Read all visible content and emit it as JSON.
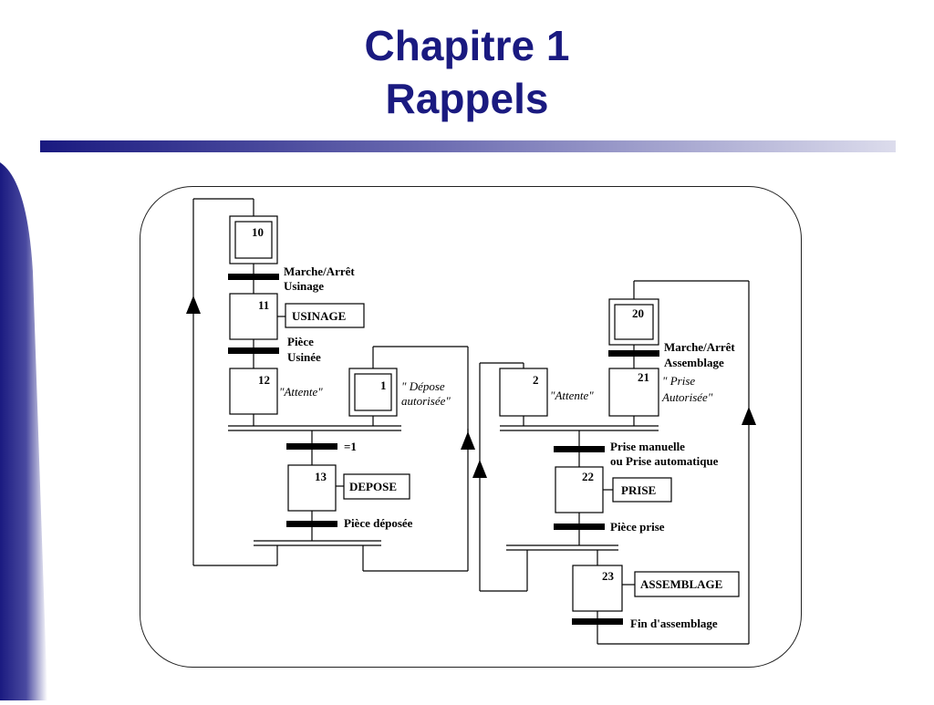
{
  "slide": {
    "title_line1": "Chapitre 1",
    "title_line2": "Rappels"
  },
  "colors": {
    "title": "#1a1a80",
    "rule_start": "#1a1a80",
    "rule_end": "#dcdcec",
    "band": "#1a1a80"
  },
  "grafcet": {
    "steps": {
      "s10": "10",
      "s11": "11",
      "s12": "12",
      "s13": "13",
      "s1": "1",
      "s2": "2",
      "s20": "20",
      "s21": "21",
      "s22": "22",
      "s23": "23"
    },
    "actions": {
      "usinage": "USINAGE",
      "depose": "DEPOSE",
      "prise": "PRISE",
      "assemblage": "ASSEMBLAGE"
    },
    "comments": {
      "attente_12": "\"Attente\"",
      "depose_autorisee_l1": "\" Dépose",
      "depose_autorisee_l2": "autorisée\"",
      "attente_2": "\"Attente\"",
      "prise_autorisee_l1": "\" Prise",
      "prise_autorisee_l2": "Autorisée\""
    },
    "receptivities": {
      "t10_l1": "Marche/Arrêt",
      "t10_l2": "Usinage",
      "t11_l1": "Pièce",
      "t11_l2": "Usinée",
      "t_eq1": "=1",
      "t13": "Pièce déposée",
      "t20_l1": "Marche/Arrêt",
      "t20_l2": "Assemblage",
      "t_prise_l1": "Prise manuelle",
      "t_prise_l2": "ou Prise automatique",
      "t22": "Pièce prise",
      "t23": "Fin d'assemblage"
    }
  }
}
